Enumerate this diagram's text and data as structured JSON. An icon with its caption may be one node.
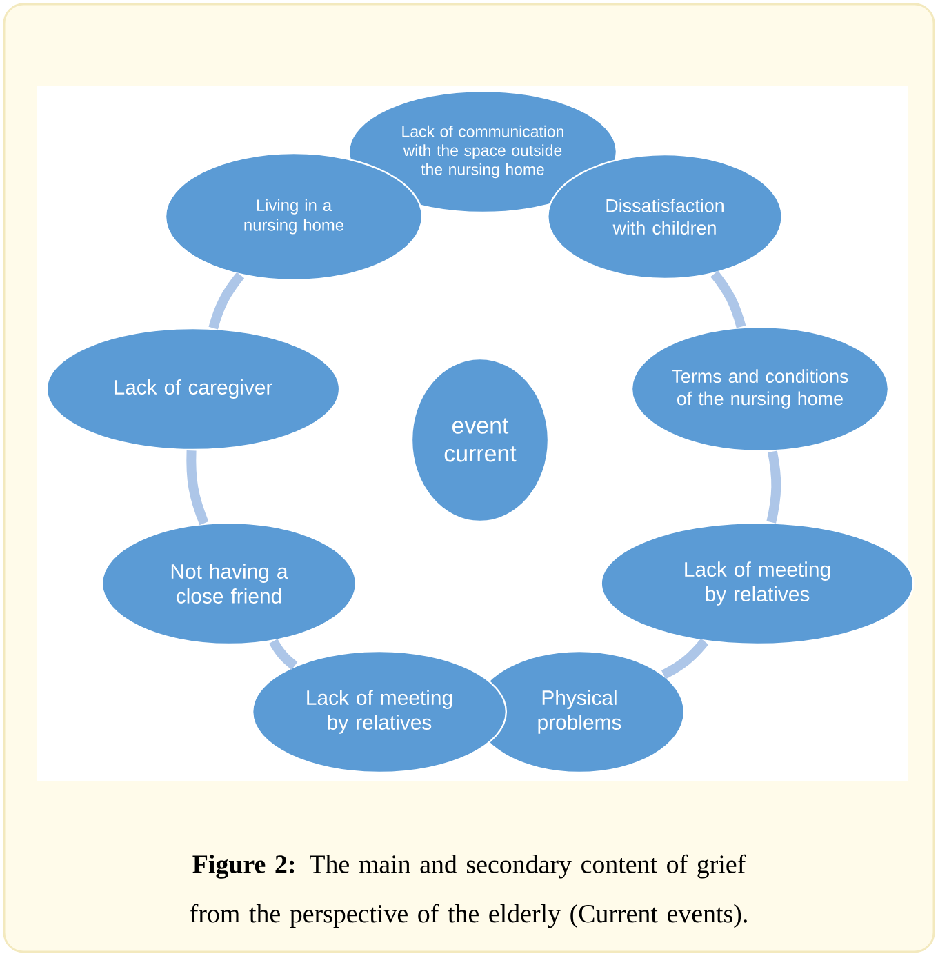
{
  "diagram": {
    "caption": "**Figure 2:** The main and secondary content of grief from the perspective of the elderly (Current events).",
    "nodes": [
      {
        "text": [
          "Lack of communication with the space outside the nursing home"
        ]
      },
      {
        "text": [
          "Living in a nursing home"
        ]
      },
      {
        "text": [
          "Dissatisfaction with children"
        ]
      },
      {
        "text": [
          "Lack of caregiver"
        ]
      },
      {
        "text": [
          "Terms and conditions of the nursing home"
        ]
      },
      {
        "text": [
          "event current"
        ]
      },
      {
        "text": [
          "Not having a close friend"
        ]
      },
      {
        "text": [
          "Lack of meeting by relatives"
        ]
      },
      {
        "text": [
          "Lack of meeting by relatives"
        ]
      },
      {
        "text": [
          "Physical problems"
        ]
      }
    ],
    "edges": [
      {
        "from": 1,
        "to": 3,
        "arrow": "none"
      },
      {
        "from": 3,
        "to": 6,
        "arrow": "none"
      },
      {
        "from": 6,
        "to": 8,
        "arrow": "none"
      },
      {
        "from": 2,
        "to": 4,
        "arrow": "none"
      },
      {
        "from": 4,
        "to": 7,
        "arrow": "none"
      },
      {
        "from": 7,
        "to": 9,
        "arrow": "none"
      }
    ]
  }
}
